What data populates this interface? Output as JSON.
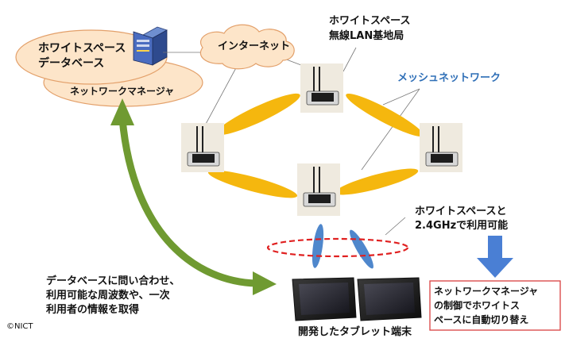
{
  "labels": {
    "ws_database_line1": "ホワイトスペース",
    "ws_database_line2": "データベース",
    "network_manager": "ネットワークマネージャ",
    "internet": "インターネット",
    "base_station_line1": "ホワイトスペース",
    "base_station_line2": "無線LAN基地局",
    "mesh_network": "メッシュネットワーク",
    "dual_band_line1": "ホワイトスペースと",
    "dual_band_line2": "2.4GHzで利用可能",
    "query_line1": "データベースに問い合わせ、",
    "query_line2": "利用可能な周波数や、一次",
    "query_line3": "利用者の情報を取得",
    "copyright": "©NICT",
    "tablet_caption": "開発したタブレット端末",
    "auto_switch_line1": "ネットワークマネージャ",
    "auto_switch_line2": "の制御でホワイトス",
    "auto_switch_line3": "ペースに自動切り替え"
  },
  "colors": {
    "cloud_fill": "#fde5c9",
    "cloud_stroke": "#e3a06a",
    "link_yellow": "#f5b70e",
    "client_link_blue": "#4f87cc",
    "arrow_green": "#6f9a31",
    "arrow_blue": "#4a7fd4",
    "ellipse_red": "#e02020",
    "mesh_text_blue": "#2f6fb7",
    "callout_border": "#d94040"
  },
  "icons": {
    "server": "server-icon",
    "router": "wireless-router-icon",
    "tablet": "tablet-device-icon"
  }
}
